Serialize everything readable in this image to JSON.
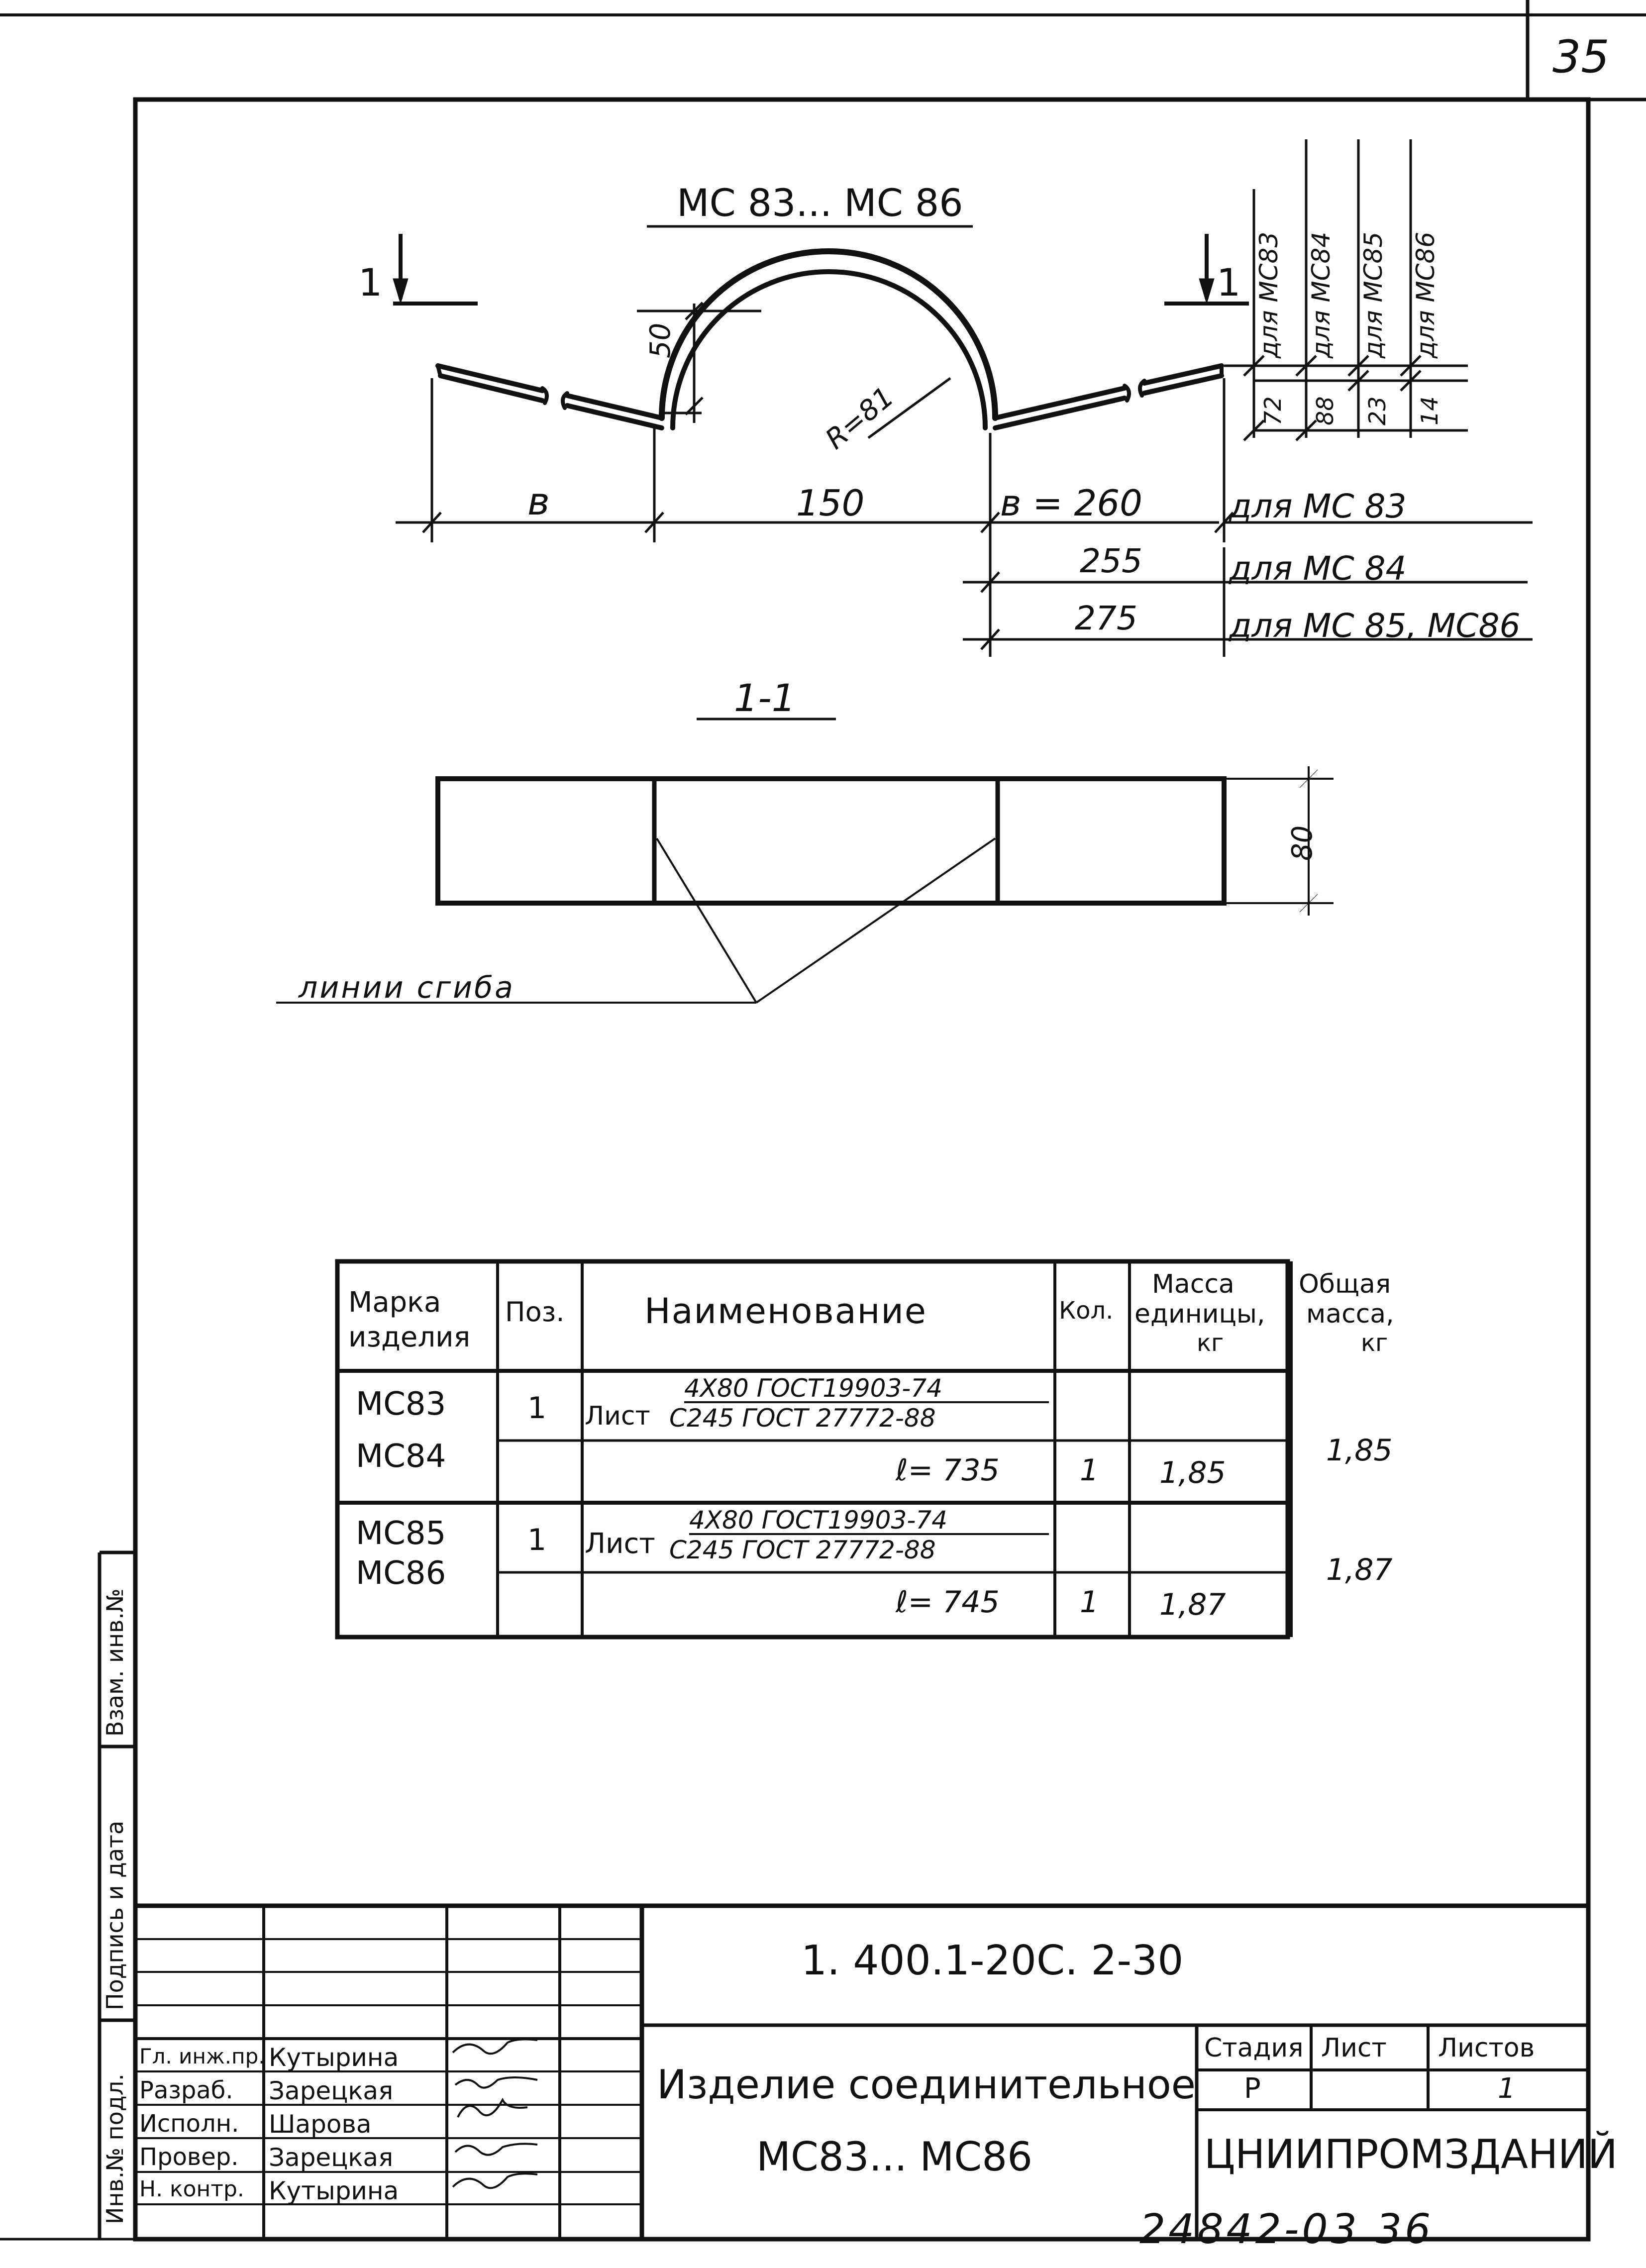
{
  "sheet": {
    "page_number": "35",
    "bottom_code": "24842-03   36"
  },
  "drawing": {
    "title": "МС 83... МС 86",
    "section_mark_left": "1",
    "section_mark_right": "1",
    "dim_height": "50",
    "dim_radius": "R=81",
    "dim_b_left": "в",
    "dim_150": "150",
    "dim_b_260": "в = 260",
    "for_mc83": "для МС 83",
    "dim_255": "255",
    "for_mc84": "для МС 84",
    "dim_275": "275",
    "for_mc85_86": "для МС 85, МС86",
    "vert_labels": [
      "для МС83",
      "для МС84",
      "для МС85",
      "для МС86"
    ],
    "vert_values": [
      "72",
      "88",
      "23",
      "14"
    ],
    "section_title": "1-1",
    "dim_80": "80",
    "bend_lines_label": "линии сгиба"
  },
  "spec_table": {
    "headers": {
      "mark": [
        "Марка",
        "изделия"
      ],
      "pos": "Поз.",
      "name": "Наименование",
      "qty": "Кол.",
      "unit_mass": [
        "Масса",
        "единицы,",
        "кг"
      ],
      "total_mass": [
        "Общая",
        "масса,",
        "кг"
      ]
    },
    "rows": [
      {
        "marks": [
          "МС83",
          "МС84"
        ],
        "pos": "1",
        "name_prefix": "Лист",
        "name_top": "4Х80 ГОСТ19903-74",
        "name_bottom": "С245 ГОСТ 27772-88",
        "length": "ℓ= 735",
        "qty": "1",
        "unit_mass": "1,85",
        "total_mass": "1,85"
      },
      {
        "marks": [
          "МС85",
          "МС86"
        ],
        "pos": "1",
        "name_prefix": "Лист",
        "name_top": "4Х80 ГОСТ19903-74",
        "name_bottom": "С245 ГОСТ 27772-88",
        "length": "ℓ= 745",
        "qty": "1",
        "unit_mass": "1,87",
        "total_mass": "1,87"
      }
    ]
  },
  "side_stamp": {
    "labels": [
      "Взам. инв.№",
      "Подпись и дата",
      "Инв.№ подл."
    ]
  },
  "title_block": {
    "document_code": "1. 400.1-20С. 2-30",
    "product_name": "Изделие соединительное",
    "product_marks": "МС83... МС86",
    "organization": "ЦНИИПРОМЗДАНИЙ",
    "stage_label": "Стадия",
    "sheet_label": "Лист",
    "sheets_label": "Листов",
    "stage_value": "Р",
    "sheet_value": "",
    "sheets_value": "1",
    "staff": [
      {
        "role": "Гл. инж.пр.",
        "name": "Кутырина"
      },
      {
        "role": "Разраб.",
        "name": "Зарецкая"
      },
      {
        "role": "Исполн.",
        "name": "Шарова"
      },
      {
        "role": "Провер.",
        "name": "Зарецкая"
      },
      {
        "role": "Н. контр.",
        "name": "Кутырина"
      }
    ]
  }
}
